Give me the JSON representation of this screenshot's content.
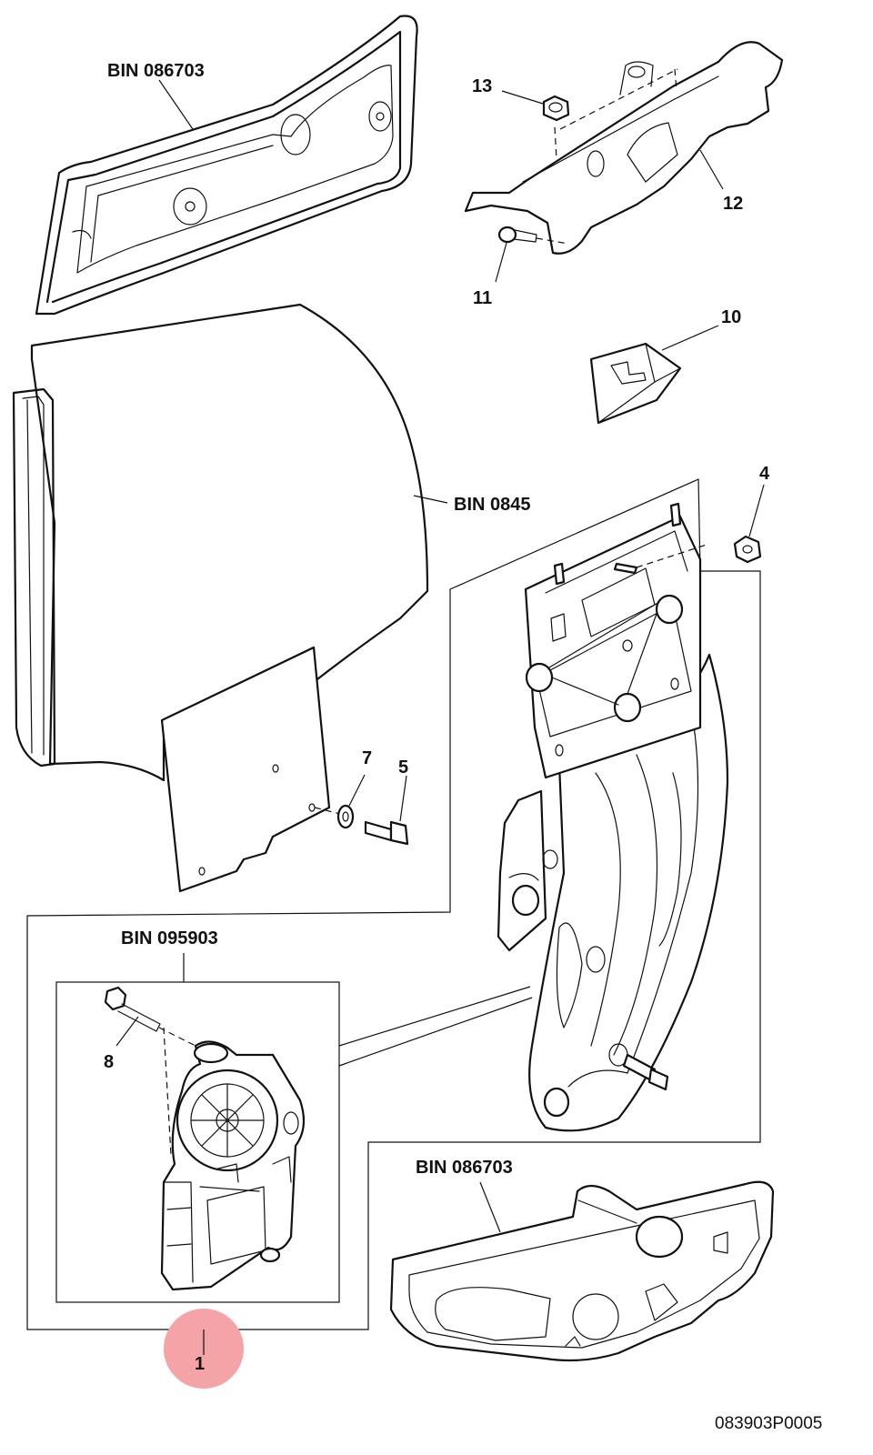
{
  "labels": {
    "bin_top": "BIN 086703",
    "bin_glass": "BIN 0845",
    "bin_motor": "BIN 095903",
    "bin_bottom": "BIN 086703",
    "p1": "1",
    "p4": "4",
    "p5": "5",
    "p7": "7",
    "p8": "8",
    "p10": "10",
    "p11": "11",
    "p12": "12",
    "p13": "13"
  },
  "drawing_code": "083903P0005",
  "highlight_color": "#f4a3a6"
}
